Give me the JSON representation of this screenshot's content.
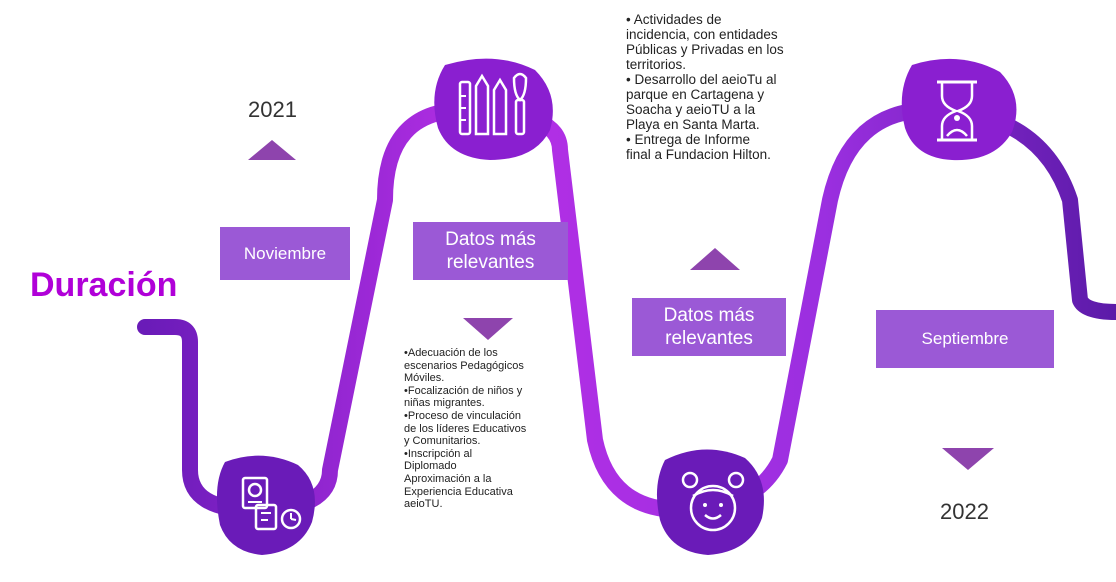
{
  "title": "Duración",
  "years": {
    "start": "2021",
    "end": "2022"
  },
  "labels": {
    "noviembre": "Noviembre",
    "datos1_l1": "Datos más",
    "datos1_l2": "relevantes",
    "datos2_l1": "Datos más",
    "datos2_l2": "relevantes",
    "septiembre": "Septiembre"
  },
  "list_top": [
    "•  Actividades de",
    "incidencia, con entidades",
    "Públicas y Privadas en los",
    "territorios.",
    "•  Desarrollo del aeioTu al",
    "parque en Cartagena y",
    "Soacha y aeioTU a la",
    "Playa en Santa Marta.",
    "•  Entrega de Informe",
    "final a Fundacion Hilton."
  ],
  "list_bottom": [
    "•Adecuación de los",
    "escenarios Pedagógicos",
    "Móviles.",
    "•Focalización de niños y",
    "niñas migrantes.",
    "•Proceso de vinculación",
    "de los líderes Educativos",
    "y Comunitarios.",
    "•Inscripción al",
    "Diplomado",
    "Aproximación a la",
    "Experiencia Educativa",
    "aeioTU."
  ],
  "icons": {
    "documents": "document-clock-icon",
    "art": "art-supplies-icon",
    "child": "child-face-icon",
    "hourglass": "hourglass-icon"
  },
  "colors": {
    "title": "#b000d8",
    "path_dark": "#7b1fc2",
    "path_light": "#b52fe6",
    "label_box": "#9b59d6",
    "arrow": "#8e44ad"
  }
}
